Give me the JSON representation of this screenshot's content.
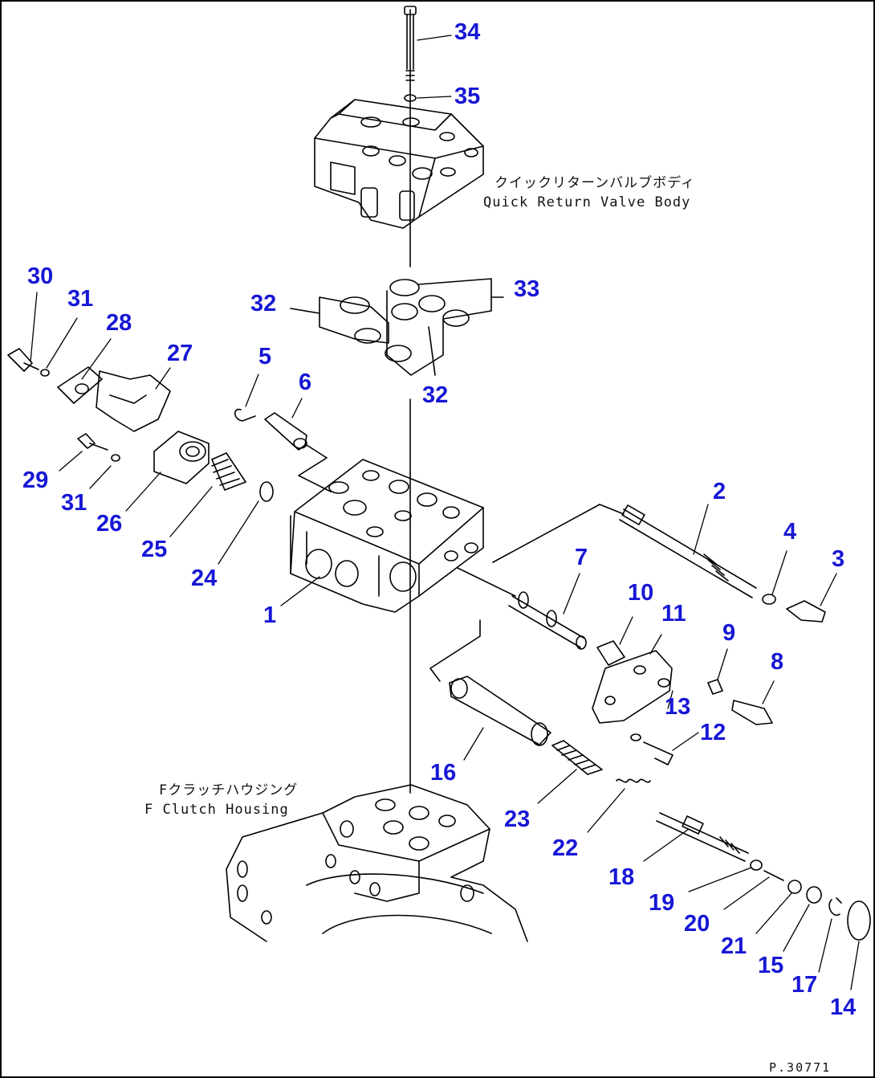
{
  "drawing_id": "P.30771",
  "callouts": {
    "valve_body_jp": "クイックリターンバルブボディ",
    "valve_body_en": "Quick Return Valve Body",
    "clutch_housing_jp": "Fクラッチハウジング",
    "clutch_housing_en": "F Clutch Housing"
  },
  "label_color": "#1717d6",
  "parts": {
    "p1": "1",
    "p2": "2",
    "p3": "3",
    "p4": "4",
    "p5": "5",
    "p6": "6",
    "p7": "7",
    "p8": "8",
    "p9": "9",
    "p10": "10",
    "p11": "11",
    "p12": "12",
    "p13": "13",
    "p14": "14",
    "p15": "15",
    "p16": "16",
    "p17": "17",
    "p18": "18",
    "p19": "19",
    "p20": "20",
    "p21": "21",
    "p22": "22",
    "p23": "23",
    "p24": "24",
    "p25": "25",
    "p26": "26",
    "p27": "27",
    "p28": "28",
    "p29": "29",
    "p30": "30",
    "p31a": "31",
    "p31b": "31",
    "p32a": "32",
    "p32b": "32",
    "p33": "33",
    "p34": "34",
    "p35": "35"
  }
}
